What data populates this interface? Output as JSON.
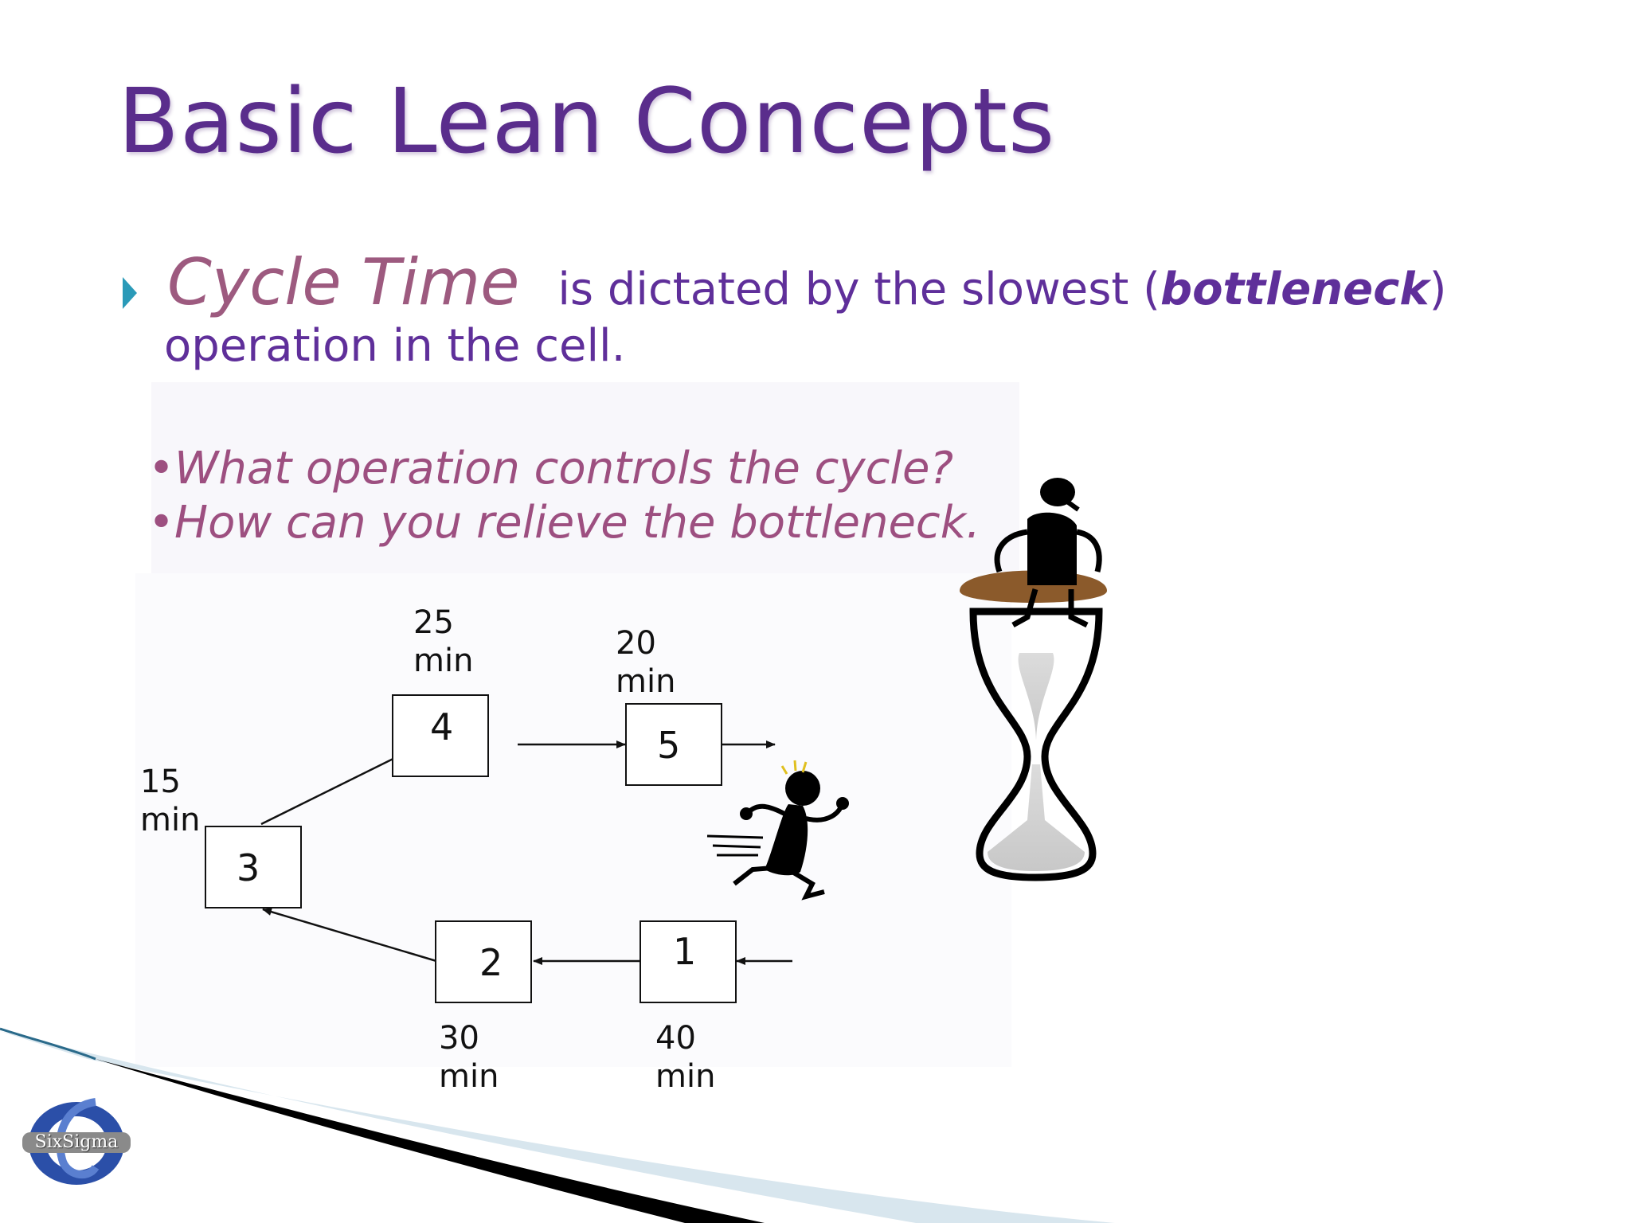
{
  "slide": {
    "title": "Basic Lean Concepts",
    "bullet": {
      "term": "Cycle Time",
      "text_before": "is dictated by the slowest (",
      "emphasis": "bottleneck",
      "text_after": ")",
      "continuation": "operation in the cell."
    },
    "questions": [
      "•What operation controls the cycle?",
      "•How can you relieve  the bottleneck."
    ]
  },
  "diagram": {
    "operations": [
      {
        "id": "1",
        "time": "40\nmin"
      },
      {
        "id": "2",
        "time": "30\nmin"
      },
      {
        "id": "3",
        "time": "15\nmin"
      },
      {
        "id": "4",
        "time": "25\nmin"
      },
      {
        "id": "5",
        "time": "20\nmin"
      }
    ]
  },
  "logo": {
    "text": "SixSigma"
  },
  "colors": {
    "title": "#5a2d8c",
    "body_text": "#5f2f9a",
    "term_text": "#9d5a7f",
    "question_text": "#9d4f80",
    "bullet_arrow": "#2a9ab8"
  }
}
